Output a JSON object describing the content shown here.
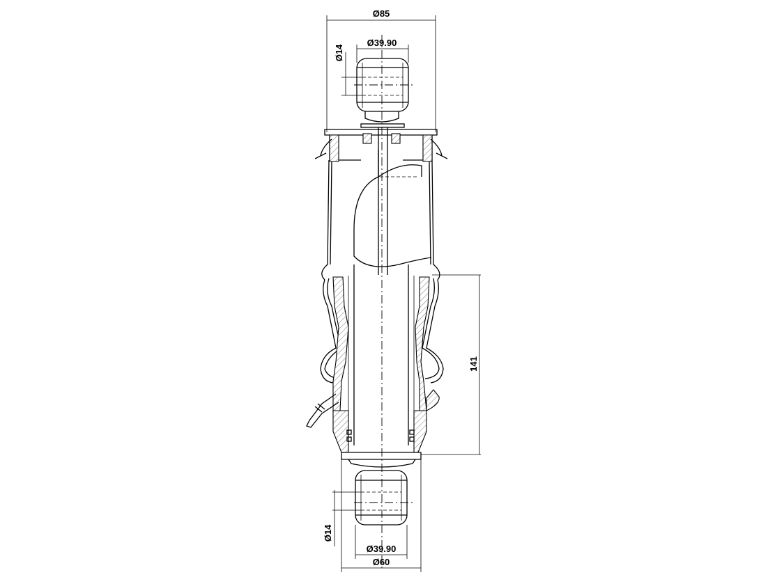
{
  "dimensions": {
    "top_overall_diameter": "Ø85",
    "top_eye_diameter": "Ø39.90",
    "top_bore_diameter": "Ø14",
    "stroke_length": "141",
    "bottom_bore_diameter": "Ø14",
    "bottom_eye_diameter": "Ø39.90",
    "bottom_base_diameter": "Ø60"
  }
}
